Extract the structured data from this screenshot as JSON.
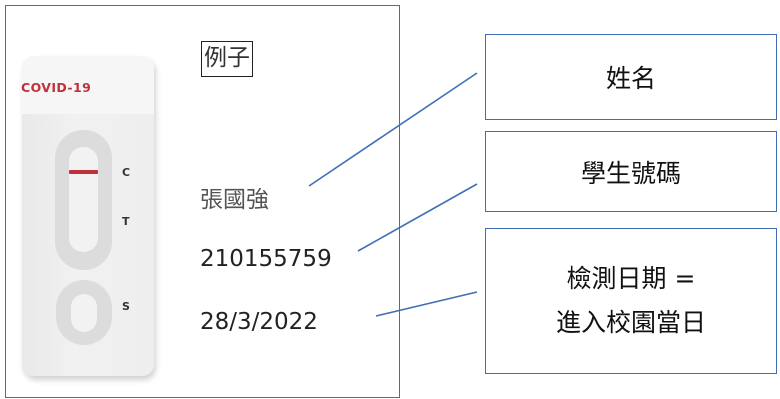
{
  "cassette": {
    "brand": "COVID-19",
    "marks": {
      "control": "C",
      "test": "T",
      "sample": "S"
    }
  },
  "example_label": "例子",
  "values": {
    "name": "張國強",
    "student_id": "210155759",
    "test_date": "28/3/2022"
  },
  "callouts": {
    "name": "姓名",
    "student_id": "學生號碼",
    "test_date_line1": "檢測日期 =",
    "test_date_line2": "進入校園當日"
  },
  "colors": {
    "frame": "#3f6fb5",
    "brand_red": "#c0303a",
    "connector": "#3f6fb5"
  }
}
